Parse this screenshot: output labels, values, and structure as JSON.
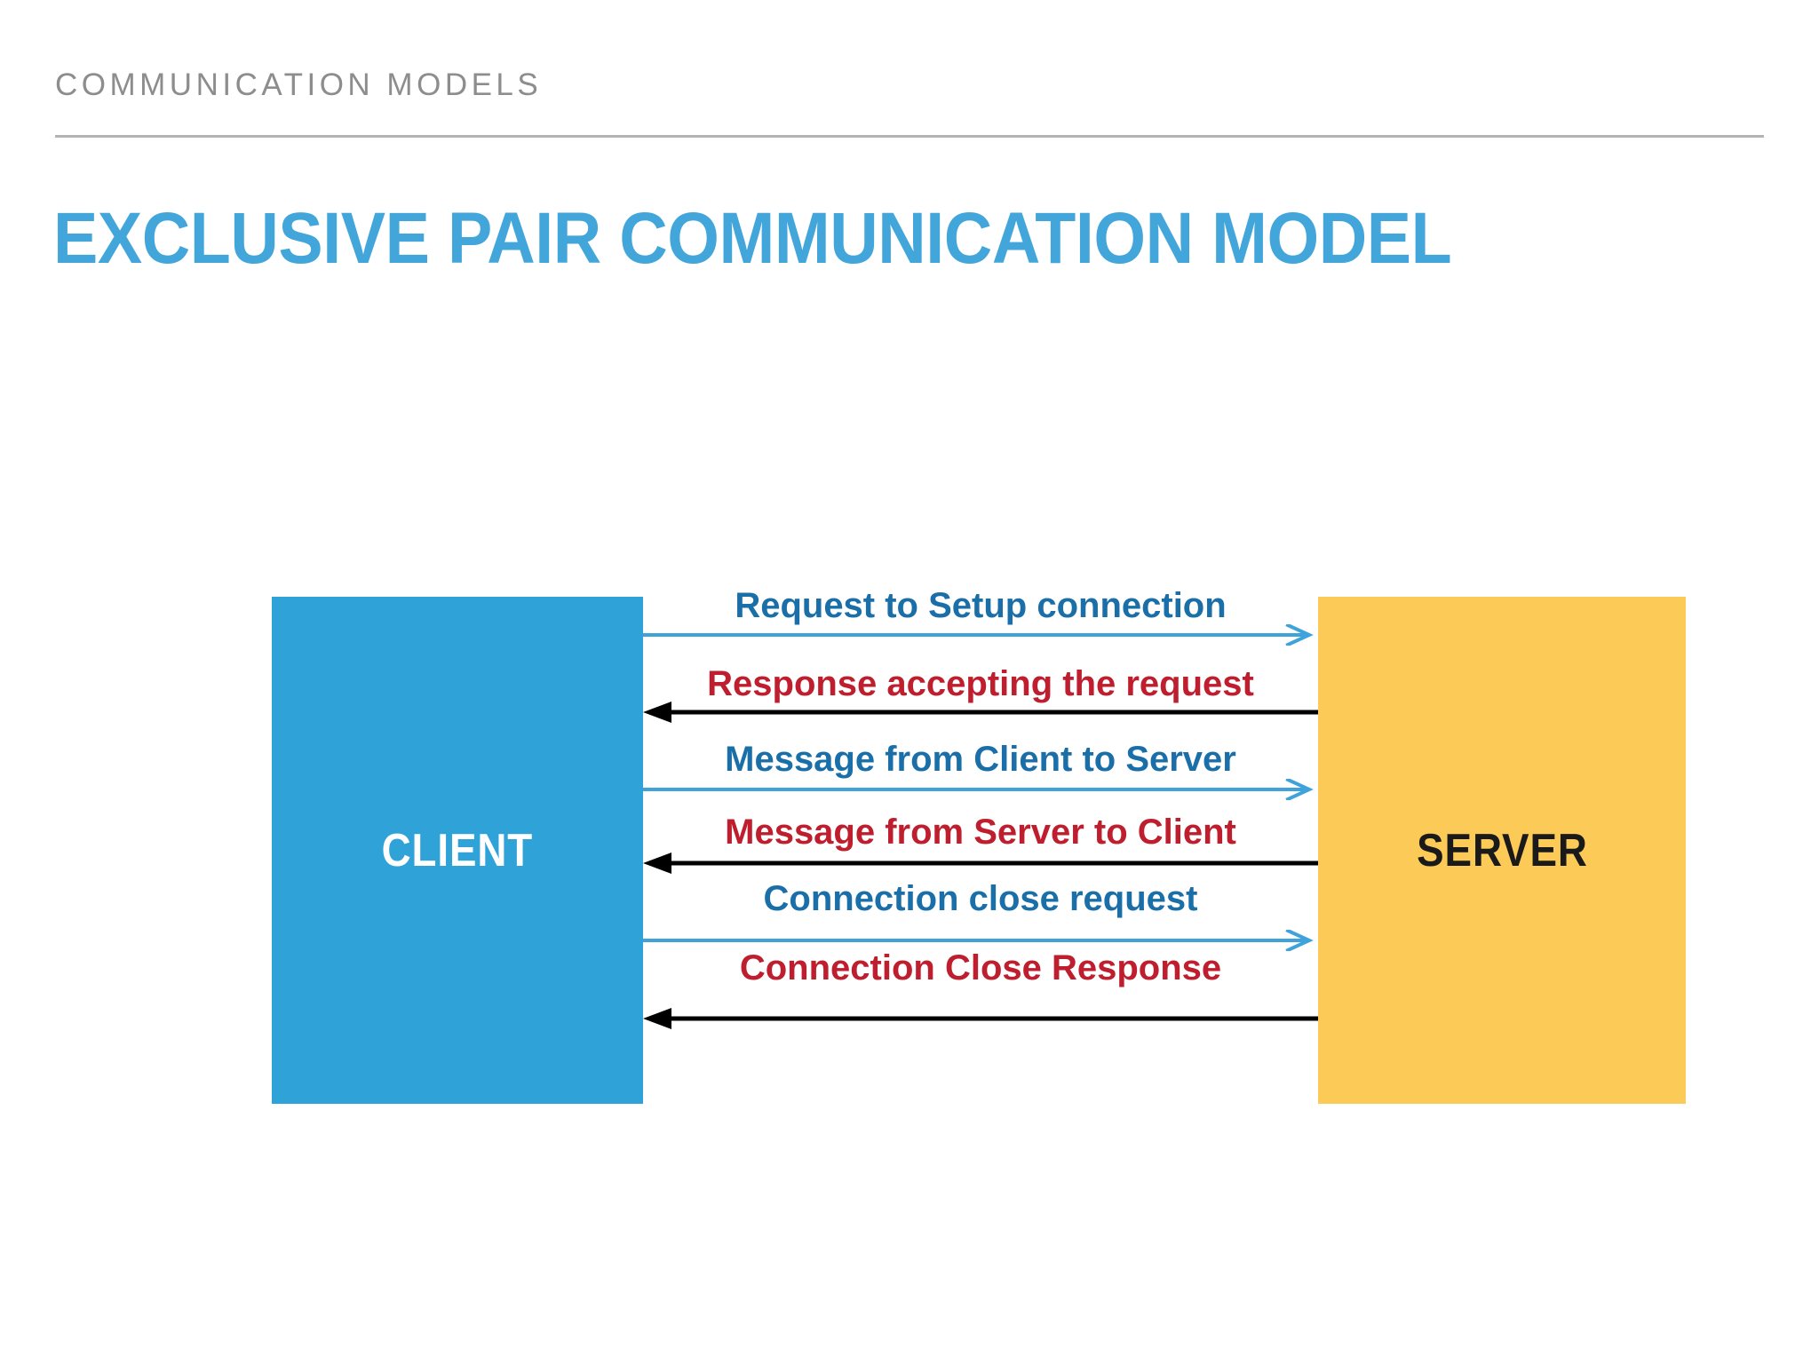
{
  "slide": {
    "eyebrow": "COMMUNICATION MODELS",
    "title": "EXCLUSIVE PAIR COMMUNICATION MODEL"
  },
  "colors": {
    "title_blue": "#43A6DB",
    "client_fill": "#2FA3D8",
    "server_fill": "#FCCA56",
    "label_blue": "#1A6FA8",
    "label_red": "#BE1E2D",
    "arrow_blue": "#3FA2DB",
    "arrow_black": "#000000",
    "rule_gray": "#b3b3b3",
    "eyebrow_gray": "#8d8d8d"
  },
  "diagram": {
    "type": "sequence",
    "nodes": [
      {
        "id": "client",
        "label": "CLIENT",
        "side": "left"
      },
      {
        "id": "server",
        "label": "SERVER",
        "side": "right"
      }
    ],
    "messages": [
      {
        "index": 1,
        "label": "Request to Setup connection",
        "direction": "client-to-server",
        "color": "blue",
        "arrow_style": "thin-open-chevron",
        "arrow_color": "#3FA2DB"
      },
      {
        "index": 2,
        "label": "Response accepting the request",
        "direction": "server-to-client",
        "color": "red",
        "arrow_style": "solid-filled-triangle",
        "arrow_color": "#000000"
      },
      {
        "index": 3,
        "label": "Message from Client to Server",
        "direction": "client-to-server",
        "color": "blue",
        "arrow_style": "thin-open-chevron",
        "arrow_color": "#3FA2DB"
      },
      {
        "index": 4,
        "label": "Message from Server to Client",
        "direction": "server-to-client",
        "color": "red",
        "arrow_style": "solid-filled-triangle",
        "arrow_color": "#000000"
      },
      {
        "index": 5,
        "label": "Connection close request",
        "direction": "client-to-server",
        "color": "blue",
        "arrow_style": "thin-open-chevron",
        "arrow_color": "#3FA2DB"
      },
      {
        "index": 6,
        "label": "Connection Close Response",
        "direction": "server-to-client",
        "color": "red",
        "arrow_style": "solid-filled-triangle",
        "arrow_color": "#000000"
      }
    ]
  }
}
